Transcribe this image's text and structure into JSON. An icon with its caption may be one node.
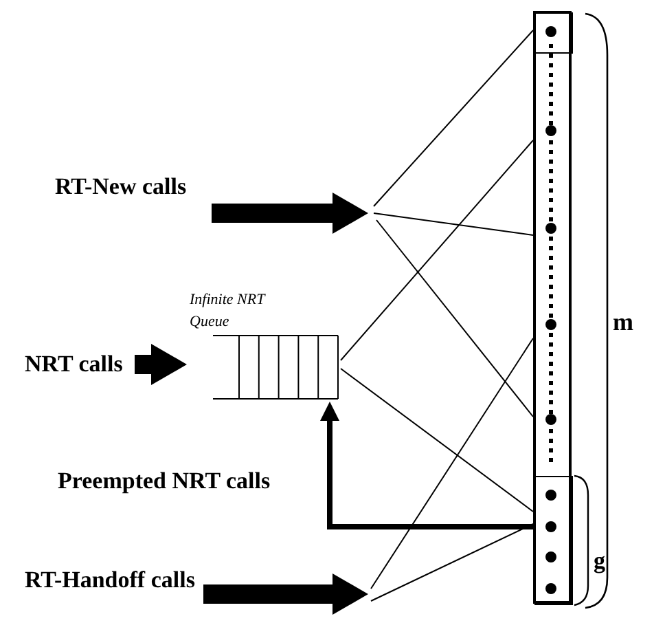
{
  "diagram": {
    "nodes": [
      {
        "text": [
          "RT-New calls"
        ]
      },
      {
        "text": [
          "NRT calls"
        ]
      },
      {
        "text": [
          "Infinite NRT Queue"
        ]
      },
      {
        "text": [
          "RT-Handoff calls"
        ]
      },
      {
        "text": [],
        "shape": "bar"
      },
      {
        "text": [],
        "shape": "box",
        "in": 4
      },
      {
        "text": [],
        "shape": "box",
        "in": 4
      }
    ],
    "edges": [
      {
        "from": 0,
        "to": null,
        "arrow": "to",
        "style": "thick"
      },
      {
        "from": 1,
        "to": 2,
        "arrow": "to",
        "style": "thick"
      },
      {
        "from": 6,
        "to": 2,
        "arrow": "to",
        "style": "thick",
        "label": "Preempted NRT calls"
      },
      {
        "from": 3,
        "to": null,
        "arrow": "to",
        "style": "thick"
      },
      {
        "from": null,
        "to": 5,
        "arrow": "none"
      },
      {
        "from": null,
        "to": 4,
        "arrow": "none"
      },
      {
        "from": null,
        "to": 4,
        "arrow": "none"
      },
      {
        "from": 2,
        "to": 4,
        "arrow": "none"
      },
      {
        "from": 2,
        "to": 6,
        "arrow": "none"
      },
      {
        "from": null,
        "to": 4,
        "arrow": "none"
      },
      {
        "from": null,
        "to": 6,
        "arrow": "none"
      }
    ],
    "labels": [
      "m",
      "g"
    ]
  }
}
